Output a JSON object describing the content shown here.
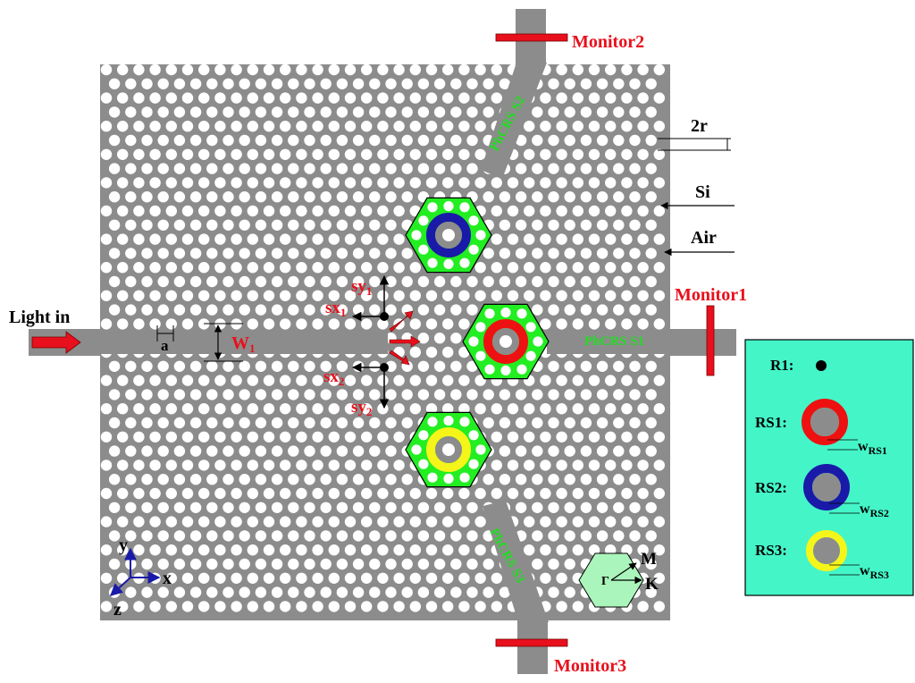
{
  "colors": {
    "silicon": "#8c8c8c",
    "air_hole": "#ffffff",
    "resonator_green": "#22ee22",
    "ring_red": "#ee1111",
    "ring_blue": "#1a1aa8",
    "ring_yellow": "#f5f51a",
    "monitor_red": "#e8101c",
    "legend_bg": "#44f5c8",
    "label_red": "#e8101c",
    "label_green": "#22dd22",
    "brillouin_fill": "#aaf5bb",
    "axis_blue": "#1a1aa8"
  },
  "labels": {
    "light_in": "Light in",
    "monitor1": "Monitor1",
    "monitor2": "Monitor2",
    "monitor3": "Monitor3",
    "pbcrs_s1": "PhCRS S1",
    "pbcrs_s2": "PhCRS S2",
    "pbcrs_s3": "PhCRS S3",
    "two_r": "2r",
    "si": "Si",
    "air": "Air",
    "lattice_a": "a",
    "w1_main": "W",
    "w1_sub": "1",
    "sx": "sx",
    "sy": "sy",
    "sub_1": "1",
    "sub_2": "2",
    "axis_x": "x",
    "axis_y": "y",
    "axis_z": "z",
    "bz_gamma": "Γ",
    "bz_m": "M",
    "bz_k": "K"
  },
  "legend": {
    "r1": "R1:",
    "rs1": "RS1:",
    "rs2": "RS2:",
    "rs3": "RS3:",
    "w_main": "w",
    "w_rs1": "RS1",
    "w_rs2": "RS2",
    "w_rs3": "RS3"
  }
}
